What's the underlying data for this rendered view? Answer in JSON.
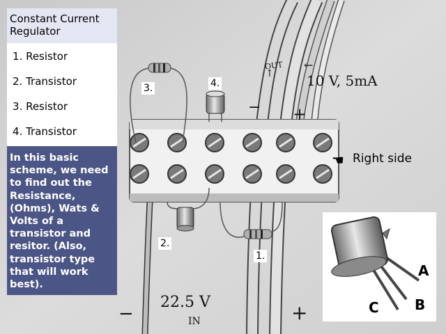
{
  "panel": {
    "title": "Constant Current Regulator",
    "items": [
      "1. Resistor",
      "2. Transistor",
      "3. Resistor",
      "4. Transistor"
    ],
    "description": "In this basic scheme, we need  to find out the Resistance, (Ohms), Wats & Volts of a transistor and resitor. (Also, transistor type that will work best)."
  },
  "photo_labels": {
    "label_1": "1.",
    "label_2": "2.",
    "label_3": "3.",
    "label_4": "4.",
    "right_side": "Right side",
    "out_text": "OUT",
    "in_text": "IN",
    "output_rating": "10 V, 5mA",
    "input_voltage": "22.5 V",
    "minus_top": "−",
    "plus_top": "+",
    "minus_bottom": "−",
    "plus_bottom": "+"
  },
  "inset": {
    "pin_a": "A",
    "pin_b": "B",
    "pin_c": "C"
  },
  "icons": {
    "pointer": "left-pointing-hand-icon"
  }
}
